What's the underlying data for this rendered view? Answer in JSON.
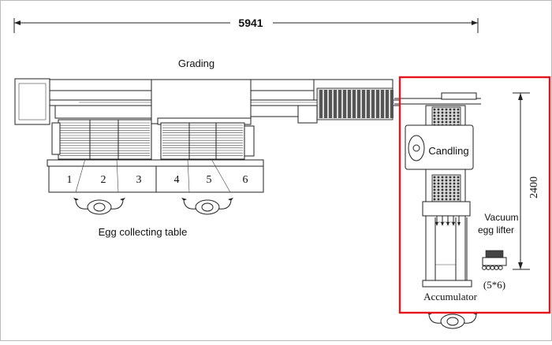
{
  "dimensions": {
    "length": "5941",
    "width": "2400"
  },
  "labels": {
    "grading": "Grading",
    "candling": "Candling",
    "egg_collecting_table": "Egg collecting table",
    "vacuum_egg_lifter_line1": "Vacuum",
    "vacuum_egg_lifter_line2": "egg lifter",
    "vacuum_egg_lifter_grid": "(5*6)",
    "accumulator": "Accumulator"
  },
  "lanes": [
    "1",
    "2",
    "3",
    "4",
    "5",
    "6"
  ],
  "colors": {
    "highlight_frame": "#e8141c",
    "drawing": "#222222"
  }
}
